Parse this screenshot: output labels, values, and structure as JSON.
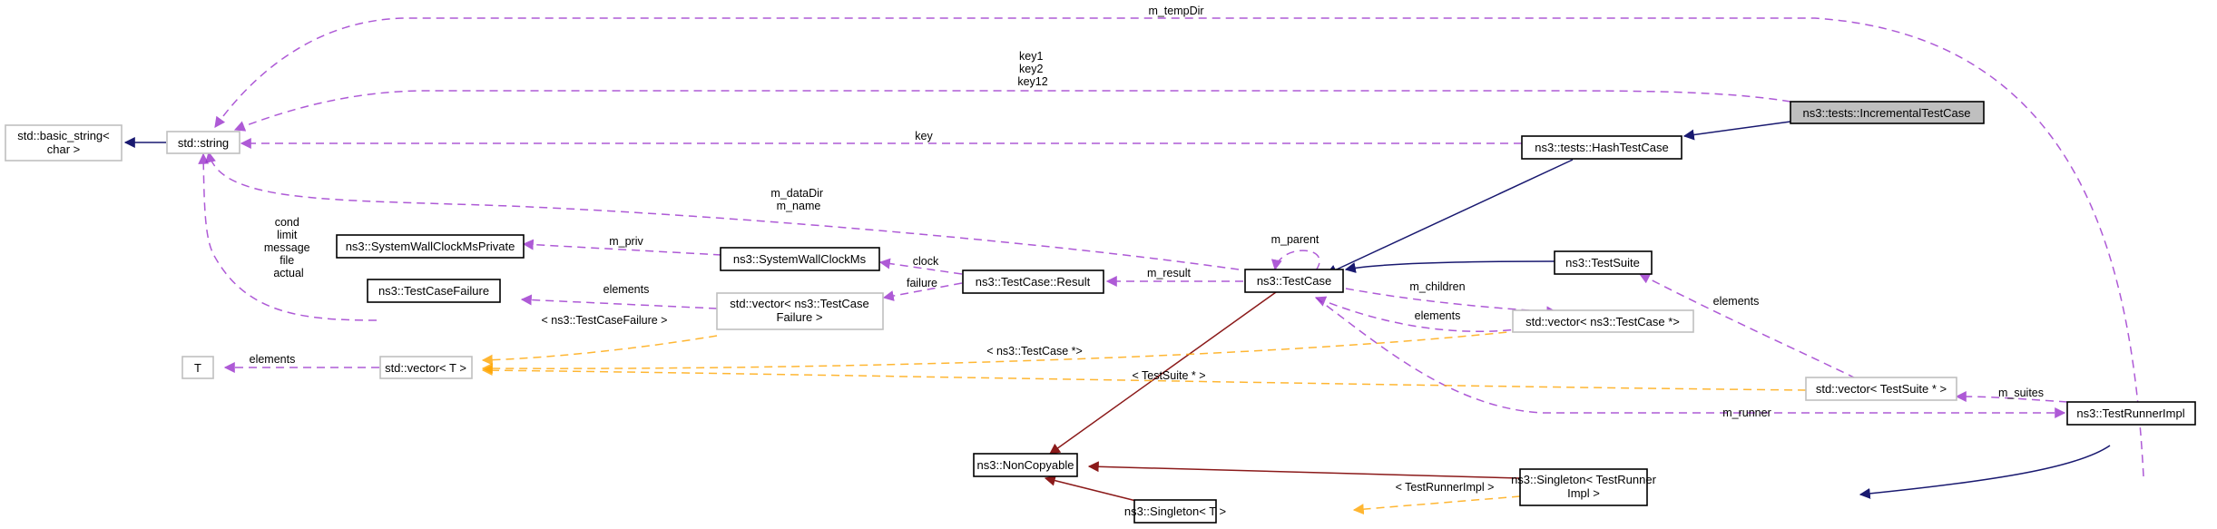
{
  "diagram": {
    "title": "Collaboration diagram for ns3::tests::IncrementalTestCase",
    "nodes": {
      "basic_string": [
        "std::basic_string<",
        "char >"
      ],
      "string": [
        "std::string"
      ],
      "incremental": [
        "ns3::tests::IncrementalTestCase"
      ],
      "hash": [
        "ns3::tests::HashTestCase"
      ],
      "wallclock_private": [
        "ns3::SystemWallClockMsPrivate"
      ],
      "wallclock": [
        "ns3::SystemWallClockMs"
      ],
      "testcase_failure": [
        "ns3::TestCaseFailure"
      ],
      "vector_failure": [
        "std::vector< ns3::TestCase",
        "Failure >"
      ],
      "result": [
        "ns3::TestCase::Result"
      ],
      "testcase": [
        "ns3::TestCase"
      ],
      "testsuite": [
        "ns3::TestSuite"
      ],
      "vector_testcase": [
        "std::vector< ns3::TestCase *>"
      ],
      "t": [
        "T"
      ],
      "vector_t": [
        "std::vector< T >"
      ],
      "vector_testsuite": [
        "std::vector< TestSuite * >"
      ],
      "runner": [
        "ns3::TestRunnerImpl"
      ],
      "noncopyable": [
        "ns3::NonCopyable"
      ],
      "singleton_runner": [
        "ns3::Singleton< TestRunner",
        "Impl >"
      ],
      "singleton_t": [
        "ns3::Singleton< T >"
      ]
    },
    "edge_labels": {
      "temp_dir": [
        "m_tempDir"
      ],
      "keys": [
        "key1",
        "key2",
        "key12"
      ],
      "key": [
        "key"
      ],
      "data_dir": [
        "m_dataDir",
        "m_name"
      ],
      "failure_fields": [
        "cond",
        "limit",
        "message",
        "file",
        "actual"
      ],
      "priv": [
        "m_priv"
      ],
      "clock": [
        "clock"
      ],
      "failure": [
        "failure"
      ],
      "elements_failure": [
        "elements"
      ],
      "result": [
        "m_result"
      ],
      "parent": [
        "m_parent"
      ],
      "children": [
        "m_children"
      ],
      "elements_tc": [
        "elements"
      ],
      "elements_suite": [
        "elements"
      ],
      "elements_t": [
        "elements"
      ],
      "tmpl_failure": [
        "< ns3::TestCaseFailure >"
      ],
      "tmpl_testcase": [
        "< ns3::TestCase *>"
      ],
      "tmpl_testsuite": [
        "< TestSuite * >"
      ],
      "suites": [
        "m_suites"
      ],
      "runner": [
        "m_runner"
      ],
      "tmpl_runner": [
        "< TestRunnerImpl >"
      ]
    }
  }
}
